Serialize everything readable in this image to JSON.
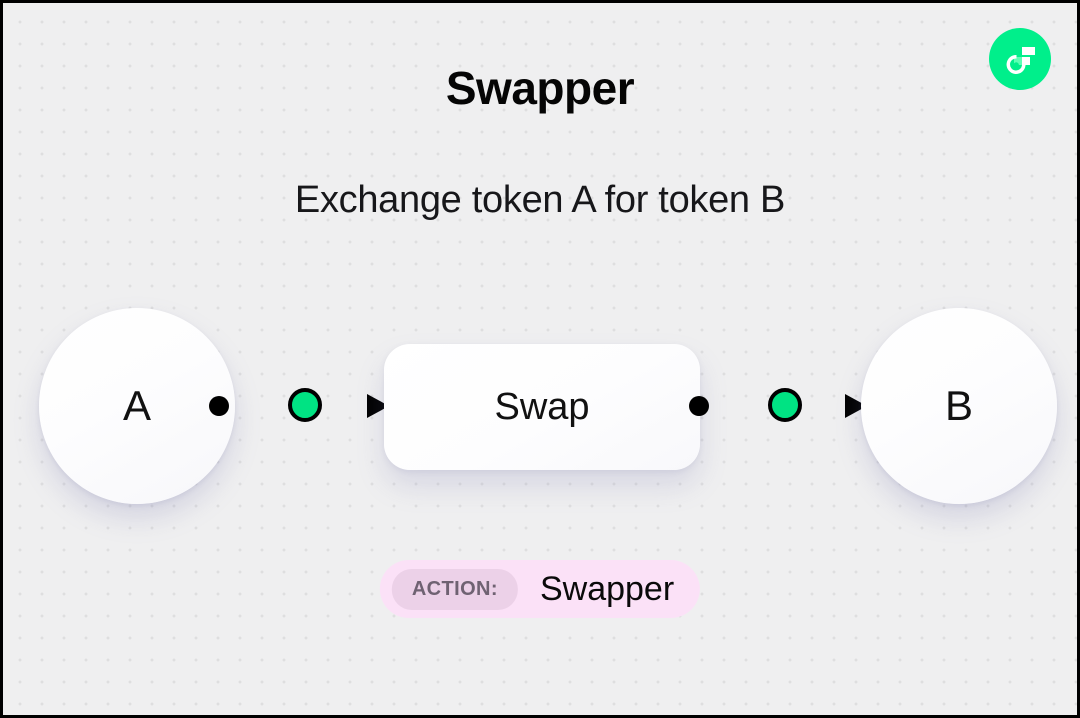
{
  "canvas": {
    "background_color": "#efeff0",
    "dot_color": "#dededf",
    "frame_color": "#000000"
  },
  "logo": {
    "name": "flow-logo",
    "alt": "Flow",
    "circle_color": "#00ef8b",
    "mark_color": "#ffffff",
    "accent_color": "#5cffb4"
  },
  "header": {
    "title": "Swapper",
    "subtitle": "Exchange token A for token B"
  },
  "graph": {
    "nodes": [
      {
        "id": "a",
        "label": "A"
      },
      {
        "id": "b",
        "label": "B"
      }
    ],
    "process": {
      "label": "Swap"
    },
    "edges": [
      {
        "id": "left",
        "from": "A",
        "to": "Swap",
        "marker_color": "#00e383"
      },
      {
        "id": "right",
        "from": "Swap",
        "to": "B",
        "marker_color": "#00e383"
      }
    ]
  },
  "action_badge": {
    "label": "ACTION:",
    "value": "Swapper",
    "background_color": "#fbe1f7",
    "label_background_color": "#ecd1e8",
    "label_text_color": "#6f6272"
  }
}
